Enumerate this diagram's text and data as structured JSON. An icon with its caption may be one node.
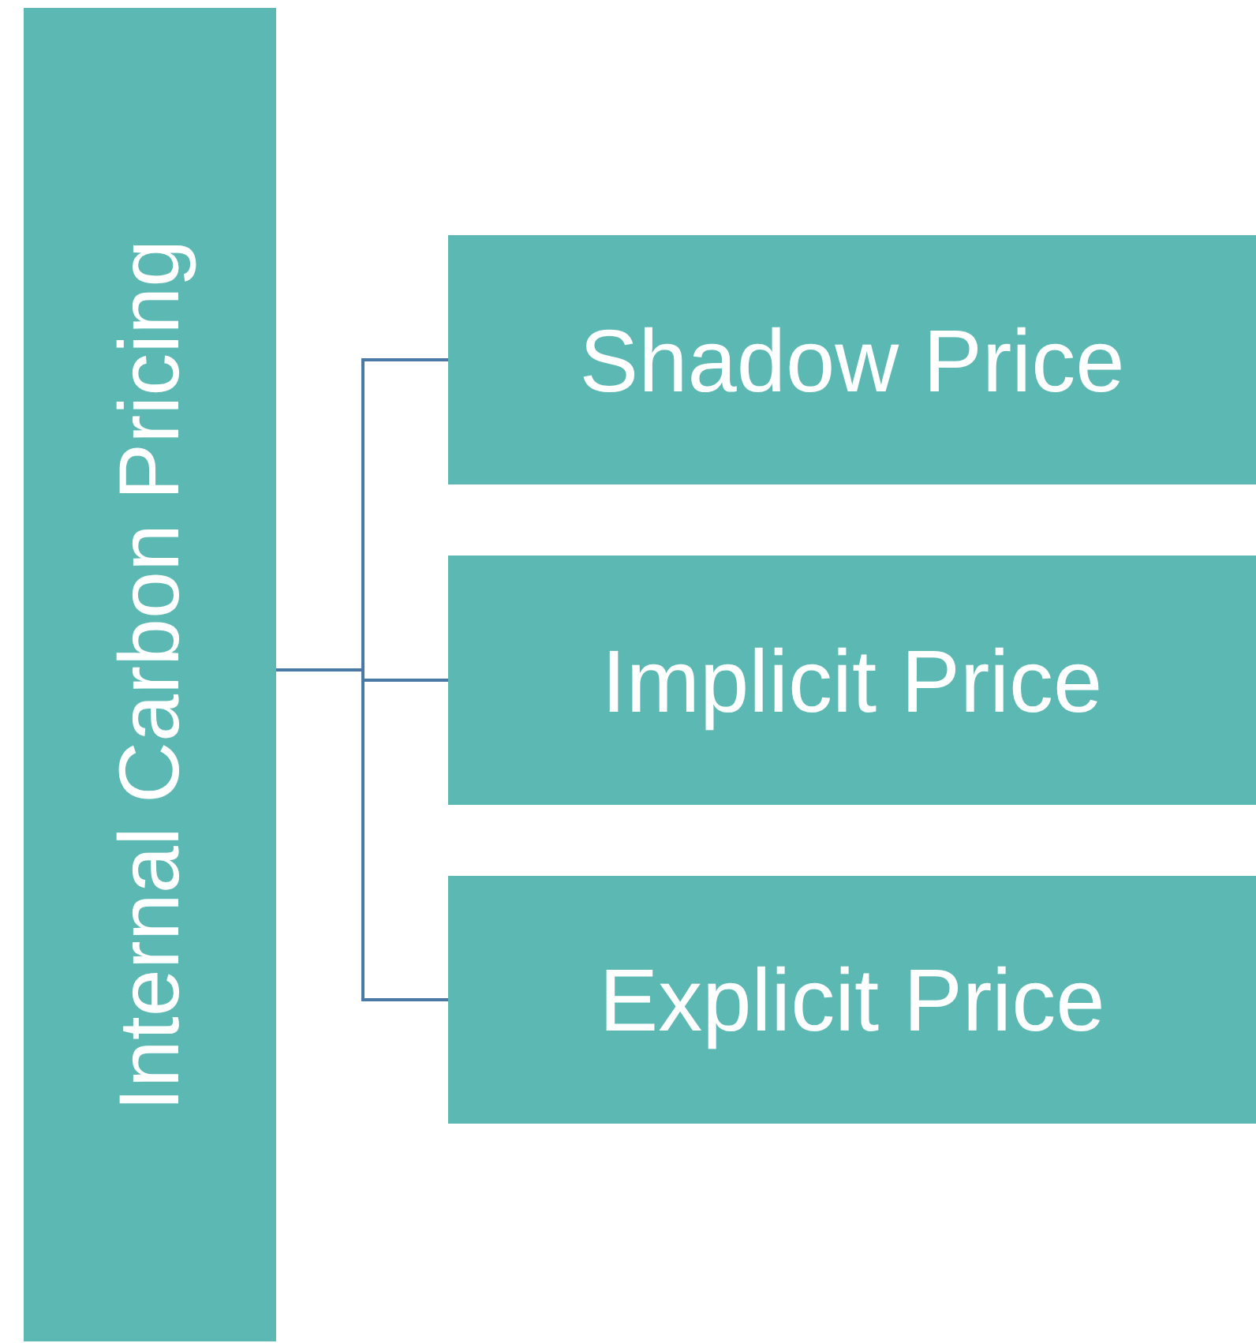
{
  "diagram": {
    "nodes": [
      {
        "text": [
          "Internal Carbon Pricing"
        ]
      },
      {
        "text": [
          "Shadow Price"
        ]
      },
      {
        "text": [
          "Implicit Price"
        ]
      },
      {
        "text": [
          "Explicit Price"
        ]
      }
    ],
    "edges": [
      {
        "from": 0,
        "to": 1,
        "arrow": "none"
      },
      {
        "from": 0,
        "to": 2,
        "arrow": "none"
      },
      {
        "from": 0,
        "to": 3,
        "arrow": "none"
      }
    ]
  }
}
